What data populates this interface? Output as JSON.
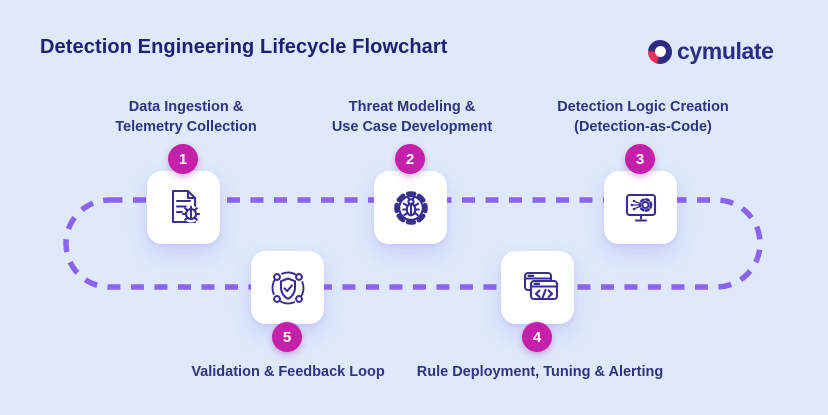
{
  "title": "Detection Engineering Lifecycle Flowchart",
  "logo": {
    "text": "cymulate",
    "icon": "cymulate-ring-icon"
  },
  "colors": {
    "background": "#dfe9fb",
    "title_text": "#1e2173",
    "label_text": "#2d3480",
    "dashed_path": "#8a63f0",
    "badge": "#c420a9",
    "badge_text": "#ffffff",
    "card_background": "#ffffff",
    "icon_stroke": "#37308f",
    "logo_navy": "#2b2c82",
    "logo_pink": "#e8345c"
  },
  "flow": {
    "type": "closed-loop",
    "path_style": "dashed",
    "steps": [
      {
        "number": "1",
        "label": "Data Ingestion &\nTelemetry Collection",
        "icon": "document-bug-icon",
        "row": "top"
      },
      {
        "number": "2",
        "label": "Threat Modeling &\nUse Case Development",
        "icon": "gear-bug-icon",
        "row": "top"
      },
      {
        "number": "3",
        "label": "Detection Logic Creation\n(Detection-as-Code)",
        "icon": "monitor-automation-icon",
        "row": "top"
      },
      {
        "number": "4",
        "label": "Rule Deployment, Tuning & Alerting",
        "icon": "code-windows-icon",
        "row": "bottom"
      },
      {
        "number": "5",
        "label": "Validation & Feedback Loop",
        "icon": "shield-check-network-icon",
        "row": "bottom"
      }
    ]
  }
}
